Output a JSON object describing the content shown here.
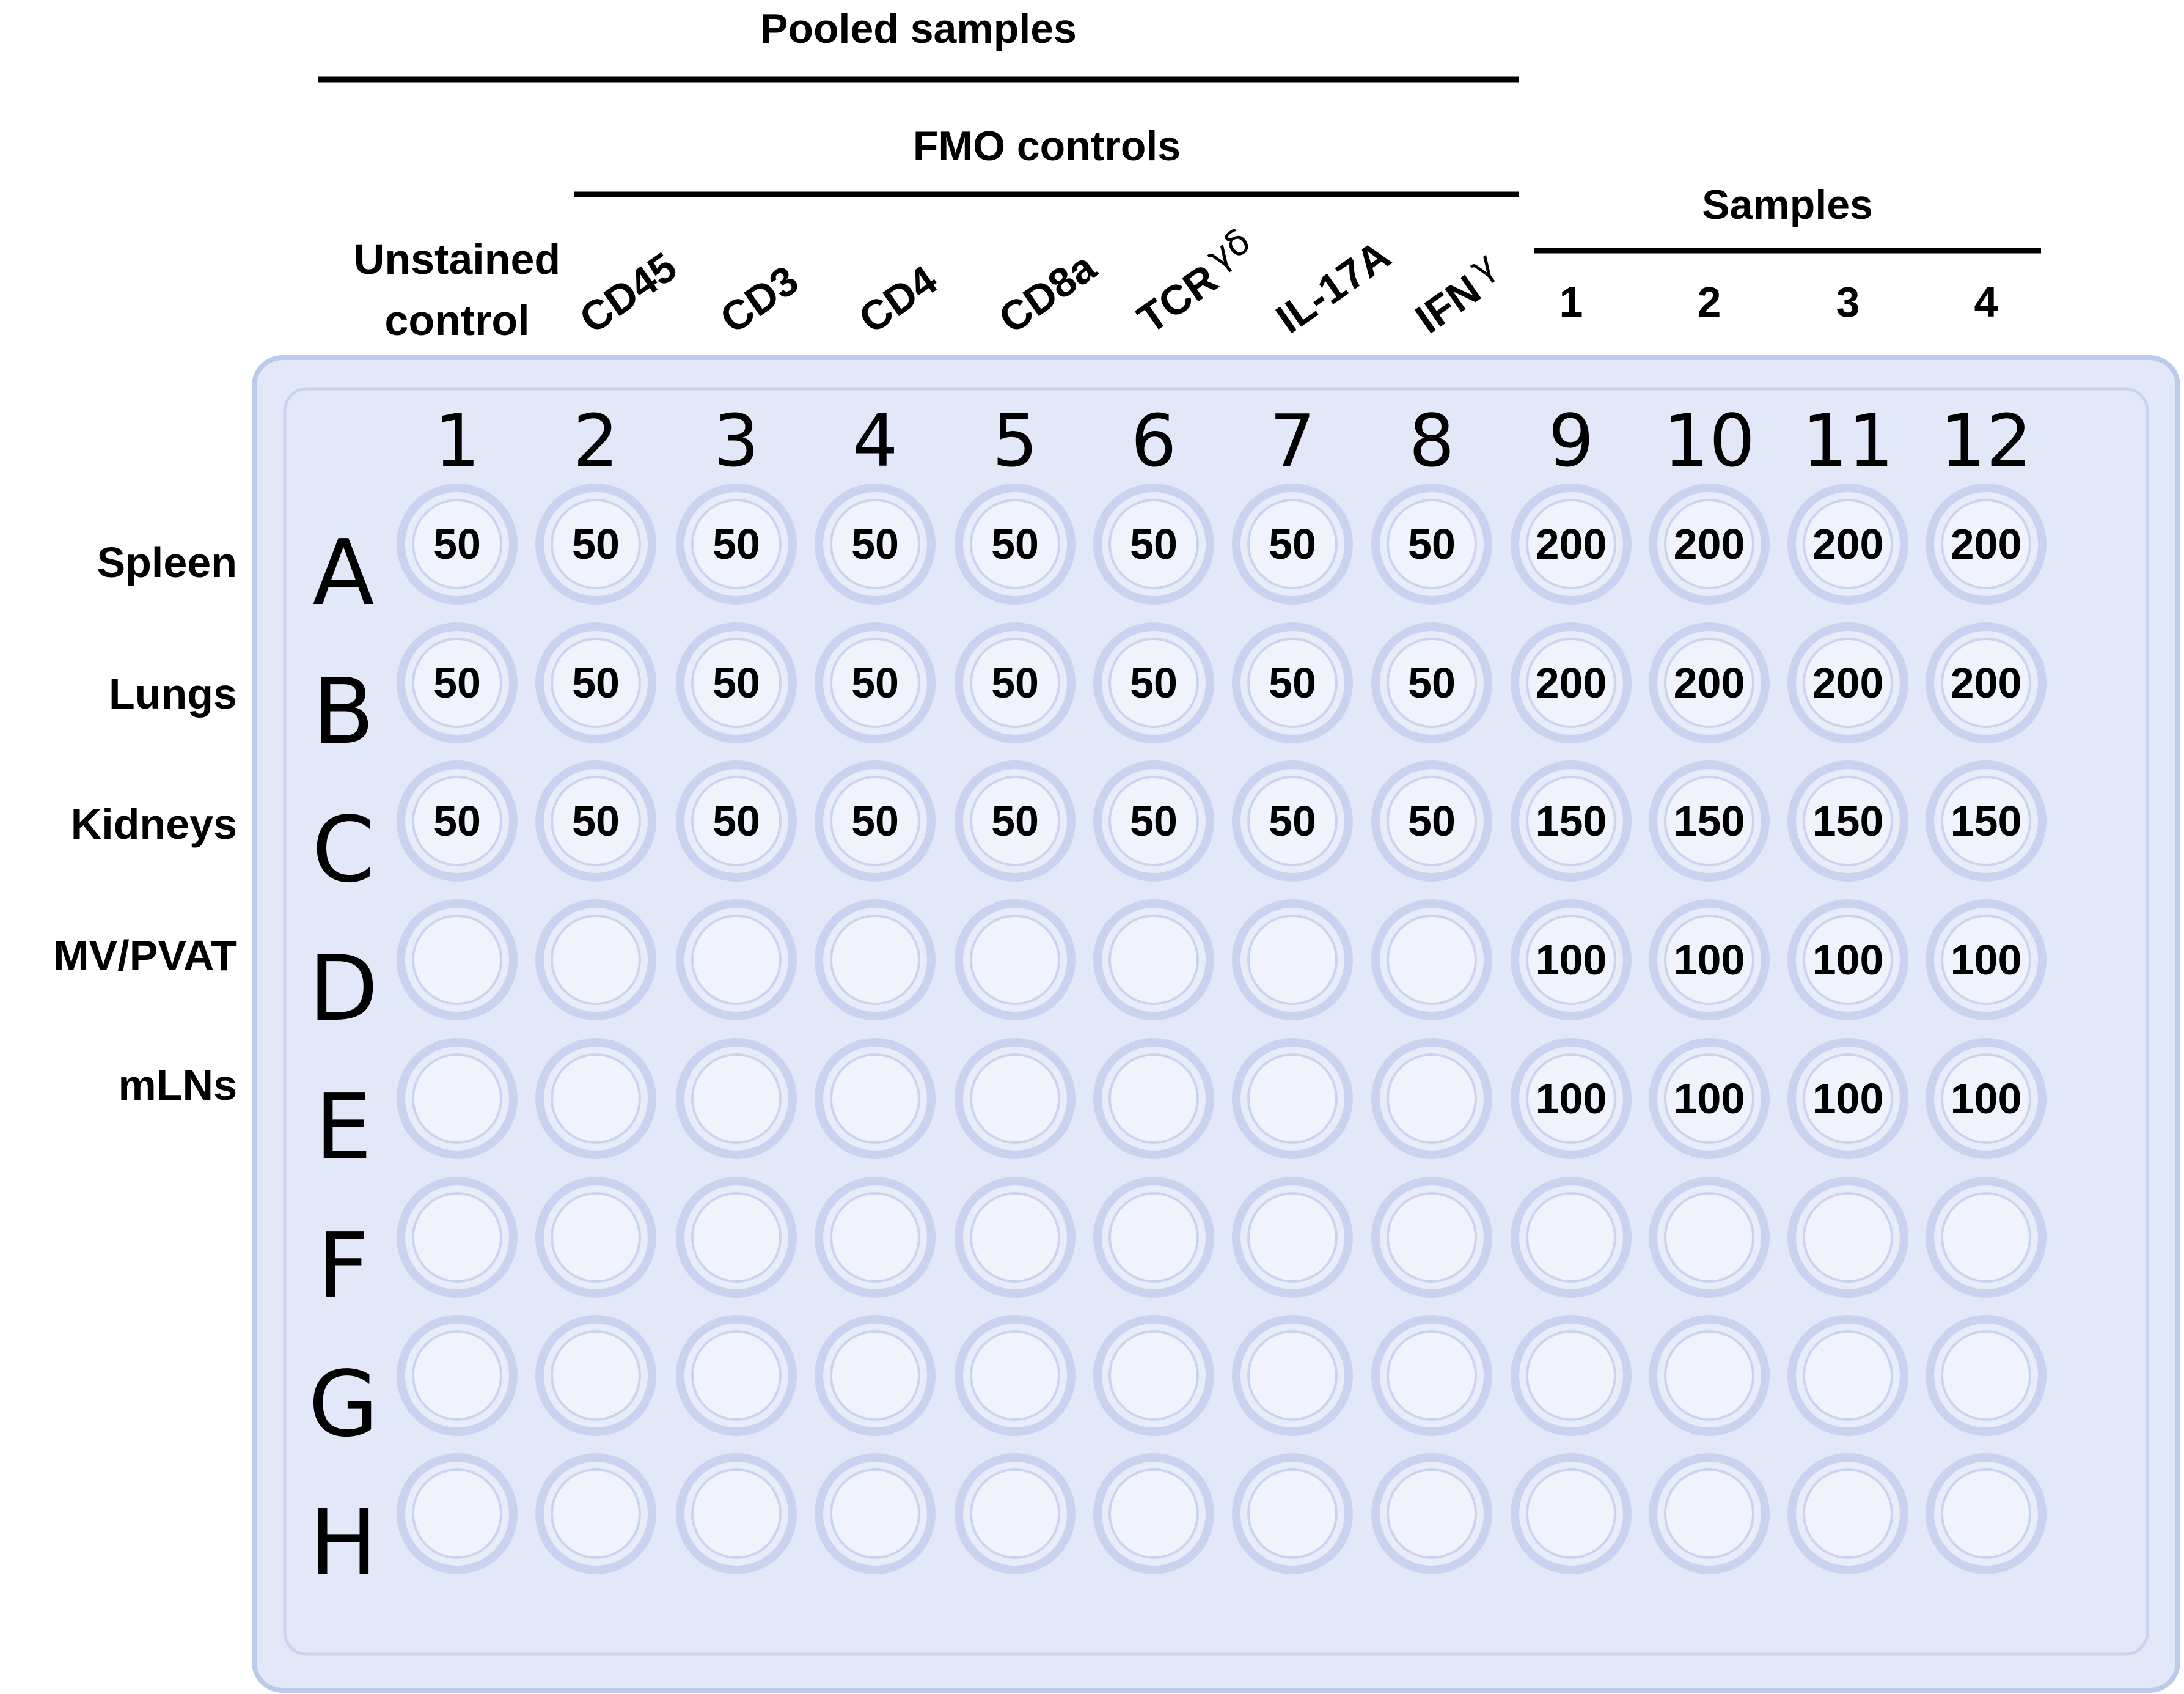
{
  "header": {
    "pooled_samples": "Pooled samples",
    "fmo_controls": "FMO controls",
    "samples": "Samples",
    "unstained_line1": "Unstained",
    "unstained_line2": "control"
  },
  "fmo_labels": [
    {
      "main": "CD45",
      "greek": ""
    },
    {
      "main": "CD3",
      "greek": ""
    },
    {
      "main": "CD4",
      "greek": ""
    },
    {
      "main": "CD8a",
      "greek": ""
    },
    {
      "main": "TCR",
      "greek": "γδ"
    },
    {
      "main": "IL-17A",
      "greek": ""
    },
    {
      "main": "IFN",
      "greek": "γ"
    }
  ],
  "sample_numbers": [
    "1",
    "2",
    "3",
    "4"
  ],
  "plate": {
    "columns": [
      "1",
      "2",
      "3",
      "4",
      "5",
      "6",
      "7",
      "8",
      "9",
      "10",
      "11",
      "12"
    ],
    "rows": [
      "A",
      "B",
      "C",
      "D",
      "E",
      "F",
      "G",
      "H"
    ],
    "tissues": [
      "Spleen",
      "Lungs",
      "Kidneys",
      "MV/PVAT",
      "mLNs"
    ],
    "wells": [
      [
        "50",
        "50",
        "50",
        "50",
        "50",
        "50",
        "50",
        "50",
        "200",
        "200",
        "200",
        "200"
      ],
      [
        "50",
        "50",
        "50",
        "50",
        "50",
        "50",
        "50",
        "50",
        "200",
        "200",
        "200",
        "200"
      ],
      [
        "50",
        "50",
        "50",
        "50",
        "50",
        "50",
        "50",
        "50",
        "150",
        "150",
        "150",
        "150"
      ],
      [
        "",
        "",
        "",
        "",
        "",
        "",
        "",
        "",
        "100",
        "100",
        "100",
        "100"
      ],
      [
        "",
        "",
        "",
        "",
        "",
        "",
        "",
        "",
        "100",
        "100",
        "100",
        "100"
      ],
      [
        "",
        "",
        "",
        "",
        "",
        "",
        "",
        "",
        "",
        "",
        "",
        ""
      ],
      [
        "",
        "",
        "",
        "",
        "",
        "",
        "",
        "",
        "",
        "",
        "",
        ""
      ],
      [
        "",
        "",
        "",
        "",
        "",
        "",
        "",
        "",
        "",
        "",
        "",
        ""
      ]
    ]
  },
  "colors": {
    "plate_fill": "#e3e8f8",
    "plate_border": "#bccbea",
    "well_ring": "#c9d3ef",
    "well_fill": "#e8ecf9",
    "ink": "#000000"
  }
}
